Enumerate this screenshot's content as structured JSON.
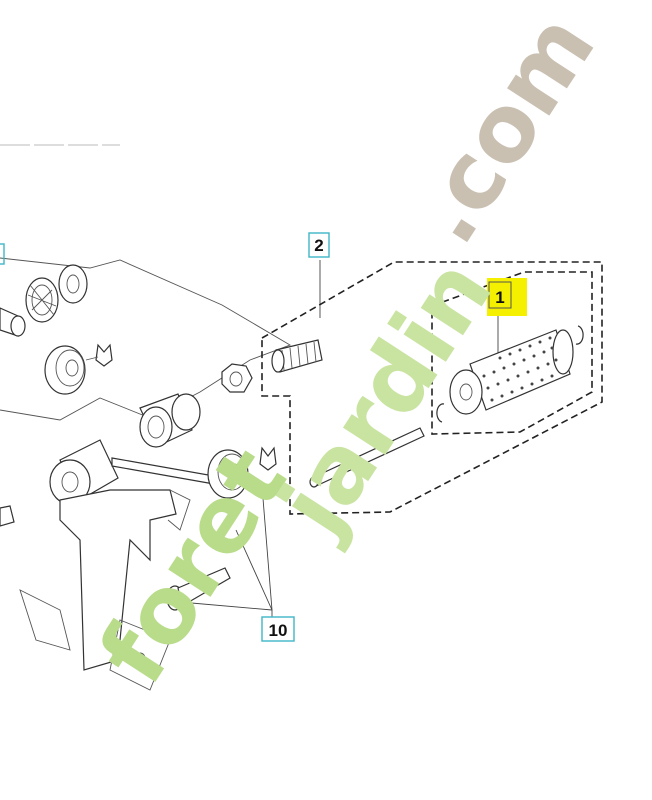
{
  "callouts": [
    {
      "id": "1",
      "label": "1",
      "highlight": "#f5f000"
    },
    {
      "id": "2",
      "label": "2"
    },
    {
      "id": "10",
      "label": "10"
    }
  ],
  "watermark": {
    "text_green": "foret",
    "text_green2": "jardin",
    "text_grey": ".com",
    "color_green": "#b9dc8a",
    "color_orange": "#f3c99a",
    "color_grey": "#c9c0b2"
  },
  "colors": {
    "callout_border": "#3fb6c8",
    "line": "#333333"
  }
}
